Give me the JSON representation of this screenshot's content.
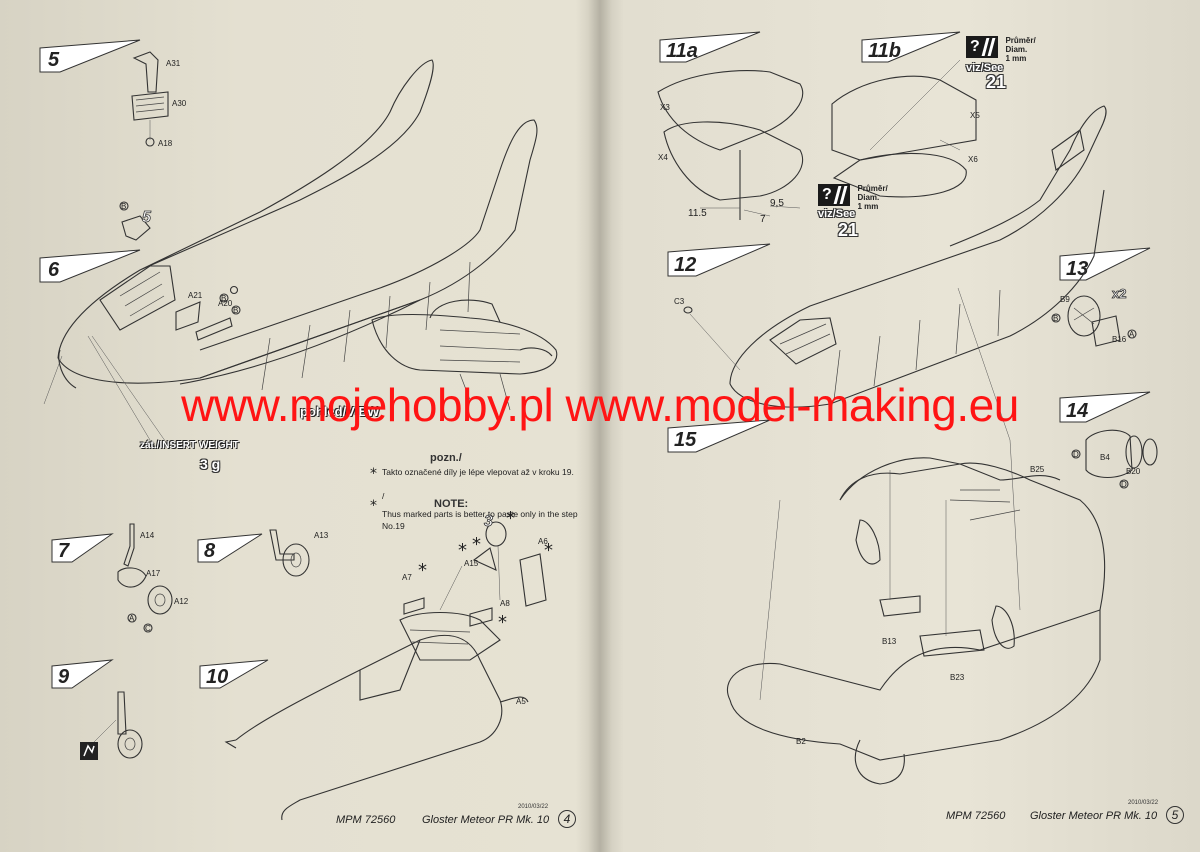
{
  "watermark": "www.mojehobby.pl www.model-making.eu",
  "steps": {
    "s5": "5",
    "s6": "6",
    "s7": "7",
    "s8": "8",
    "s9": "9",
    "s10": "10",
    "s11a": "11a",
    "s11b": "11b",
    "s12": "12",
    "s13": "13",
    "s14": "14",
    "s15": "15"
  },
  "parts": {
    "a31": "A31",
    "a30": "A30",
    "a18": "A18",
    "a21": "A21",
    "a20": "A20",
    "a14": "A14",
    "a17": "A17",
    "a12": "A12",
    "a13": "A13",
    "a7": "A7",
    "a15": "A15",
    "a6": "A6",
    "a8": "A8",
    "a5": "A5",
    "x3": "X3",
    "x4": "X4",
    "x5": "X5",
    "x6": "X6",
    "c3": "C3",
    "b9": "B9",
    "b16": "B16",
    "b4": "B4",
    "b20": "B20",
    "b25": "B25",
    "b13": "B13",
    "b23": "B23",
    "b2": "B2"
  },
  "glue": {
    "b": "B",
    "a": "A",
    "c": "C",
    "d": "D"
  },
  "dims": {
    "d1": "11.5",
    "d2": "7",
    "d3": "9,5"
  },
  "x2": "x2",
  "ref5": "5",
  "ref3": "3",
  "drill": {
    "line1": "Průměr/",
    "line2": "Diam.",
    "line3": "1 mm",
    "viz": "viz/See",
    "ref": "21"
  },
  "weight": {
    "label": "zát./INSERT WEIGHT",
    "value": "3 g"
  },
  "view_label": "pohled/VIEW",
  "note": {
    "head_cz": "pozn./",
    "cz": "Takto označené díly je lépe vlepovat až v kroku 19.",
    "slash": "/",
    "head_en": "NOTE:",
    "en": "Thus marked parts is better to paste only in the step No.19"
  },
  "footer_left": {
    "code": "2010/03/22",
    "kit": "MPM 72560",
    "title": "Gloster Meteor PR Mk. 10",
    "page": "4"
  },
  "footer_right": {
    "code": "2010/03/22",
    "kit": "MPM 72560",
    "title": "Gloster Meteor PR Mk. 10",
    "page": "5"
  }
}
